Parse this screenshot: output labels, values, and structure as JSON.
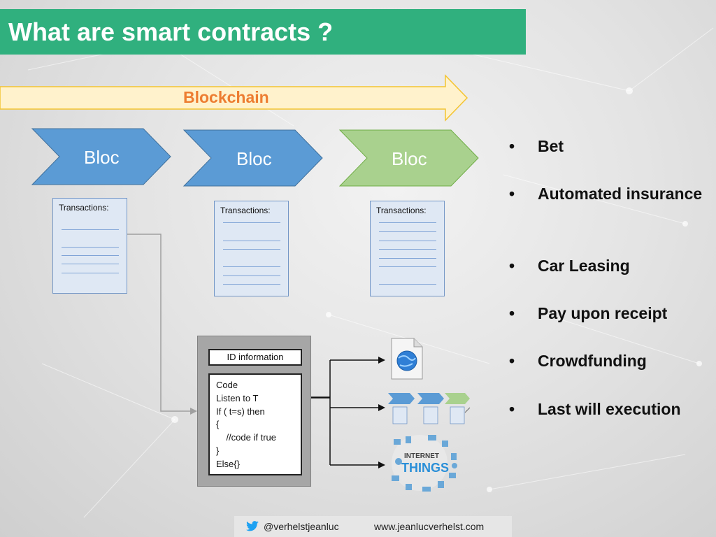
{
  "title": "What are smart contracts ?",
  "blockchain_label": "Blockchain",
  "blocks": [
    {
      "label": "Bloc",
      "color": "#5b9bd5"
    },
    {
      "label": "Bloc",
      "color": "#5b9bd5"
    },
    {
      "label": "Bloc",
      "color": "#a9d18e"
    }
  ],
  "transactions_label": "Transactions:",
  "contract": {
    "id_label": "ID information",
    "code_lines": [
      "Code",
      "Listen to T",
      "If ( t=s) then",
      "{",
      "    //code if true",
      "}",
      "Else{}"
    ]
  },
  "icons": {
    "web_document": "globe-document-icon",
    "mini_blockchain": "mini-blockchain-icon",
    "iot": "internet-of-things-icon",
    "iot_text": [
      "INTERNET",
      "THINGS"
    ],
    "twitter": "twitter-bird-icon"
  },
  "bullets": [
    "Bet",
    "Automated insurance",
    "Car Leasing",
    "Pay upon receipt",
    "Crowdfunding",
    "Last will execution"
  ],
  "footer": {
    "handle": "@verhelstjeanluc",
    "website": "www.jeanlucverhelst.com"
  },
  "colors": {
    "title_bg": "#30b07e",
    "arrow_fill": "#fff2cc",
    "arrow_stroke": "#f4c430",
    "blockchain_text": "#ed7d31",
    "bloc_blue": "#5b9bd5",
    "bloc_green": "#a9d18e"
  }
}
